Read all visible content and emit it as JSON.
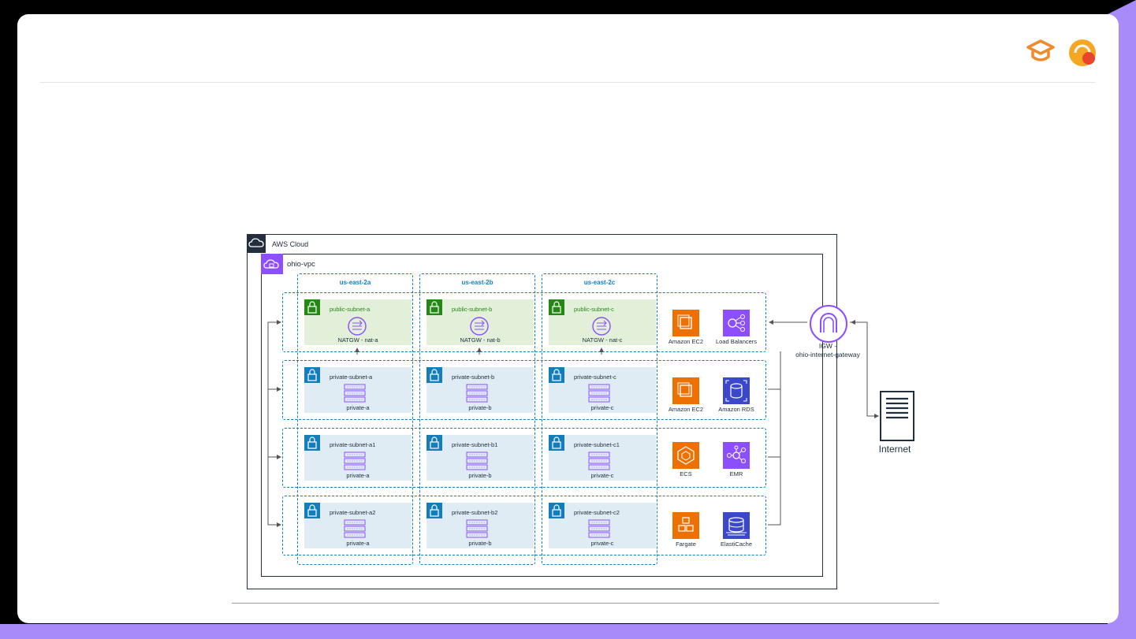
{
  "colors": {
    "background": "#000000",
    "accent": "#a88bf8",
    "card": "#ffffff",
    "aws_dark": "#232f3e",
    "az_blue": "#147eba",
    "public_green": "#248814",
    "compute_orange": "#ed7100",
    "db_purple": "#8c4fff",
    "logo_orange": "#ef8a2f"
  },
  "diagram": {
    "aws_cloud_label": "AWS Cloud",
    "vpc_label": "ohio-vpc",
    "availability_zones": [
      "us-east-2a",
      "us-east-2b",
      "us-east-2c"
    ],
    "rows": [
      {
        "subnets": [
          {
            "name": "public-subnet-a",
            "caption": "NATGW - nat-a"
          },
          {
            "name": "public-subnet-b",
            "caption": "NATGW - nat-b"
          },
          {
            "name": "public-subnet-c",
            "caption": "NATGW - nat-c"
          }
        ],
        "services": [
          "Amazon EC2",
          "Load Balancers"
        ]
      },
      {
        "subnets": [
          {
            "name": "private-subnet-a",
            "caption": "private-a"
          },
          {
            "name": "private-subnet-b",
            "caption": "private-b"
          },
          {
            "name": "private-subnet-c",
            "caption": "private-c"
          }
        ],
        "services": [
          "Amazon EC2",
          "Amazon RDS"
        ]
      },
      {
        "subnets": [
          {
            "name": "private-subnet-a1",
            "caption": "private-a"
          },
          {
            "name": "private-subnet-b1",
            "caption": "private-b"
          },
          {
            "name": "private-subnet-c1",
            "caption": "private-c"
          }
        ],
        "services": [
          "ECS",
          "EMR"
        ]
      },
      {
        "subnets": [
          {
            "name": "private-subnet-a2",
            "caption": "private-a"
          },
          {
            "name": "private-subnet-b2",
            "caption": "private-b"
          },
          {
            "name": "private-subnet-c2",
            "caption": "private-c"
          }
        ],
        "services": [
          "Fargate",
          "ElastiCache"
        ]
      }
    ],
    "igw_label_line1": "IGW -",
    "igw_label_line2": "ohio-internet-gateway",
    "internet_label": "Internet"
  },
  "icons": [
    "graduation-cap-logo-icon",
    "orange-circle-logo-icon",
    "cloud-icon",
    "vpc-icon",
    "lock-icon",
    "nat-gateway-icon",
    "route-table-icon",
    "ec2-icon",
    "load-balancer-icon",
    "rds-icon",
    "ecs-icon",
    "emr-icon",
    "fargate-icon",
    "elasticache-icon",
    "internet-gateway-icon",
    "server-icon"
  ]
}
